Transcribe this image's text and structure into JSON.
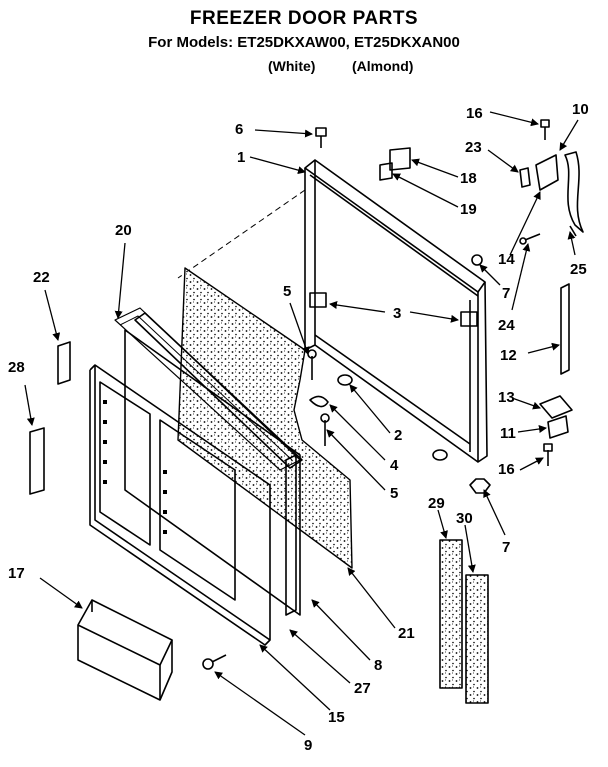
{
  "header": {
    "title": "FREEZER DOOR PARTS",
    "models_line": "For Models: ET25DKXAW00, ET25DKXAN00",
    "variant_white": "(White)",
    "variant_almond": "(Almond)"
  },
  "callouts": [
    {
      "id": "c6",
      "text": "6"
    },
    {
      "id": "c1",
      "text": "1"
    },
    {
      "id": "c16a",
      "text": "16"
    },
    {
      "id": "c10",
      "text": "10"
    },
    {
      "id": "c23",
      "text": "23"
    },
    {
      "id": "c18",
      "text": "18"
    },
    {
      "id": "c19",
      "text": "19"
    },
    {
      "id": "c20",
      "text": "20"
    },
    {
      "id": "c22",
      "text": "22"
    },
    {
      "id": "c5a",
      "text": "5"
    },
    {
      "id": "c3",
      "text": "3"
    },
    {
      "id": "c14",
      "text": "14"
    },
    {
      "id": "c25",
      "text": "25"
    },
    {
      "id": "c7a",
      "text": "7"
    },
    {
      "id": "c24",
      "text": "24"
    },
    {
      "id": "c28",
      "text": "28"
    },
    {
      "id": "c12",
      "text": "12"
    },
    {
      "id": "c13",
      "text": "13"
    },
    {
      "id": "c2",
      "text": "2"
    },
    {
      "id": "c11",
      "text": "11"
    },
    {
      "id": "c4",
      "text": "4"
    },
    {
      "id": "c16b",
      "text": "16"
    },
    {
      "id": "c5b",
      "text": "5"
    },
    {
      "id": "c29",
      "text": "29"
    },
    {
      "id": "c30",
      "text": "30"
    },
    {
      "id": "c7b",
      "text": "7"
    },
    {
      "id": "c21",
      "text": "21"
    },
    {
      "id": "c17",
      "text": "17"
    },
    {
      "id": "c8",
      "text": "8"
    },
    {
      "id": "c27",
      "text": "27"
    },
    {
      "id": "c15",
      "text": "15"
    },
    {
      "id": "c9",
      "text": "9"
    }
  ]
}
